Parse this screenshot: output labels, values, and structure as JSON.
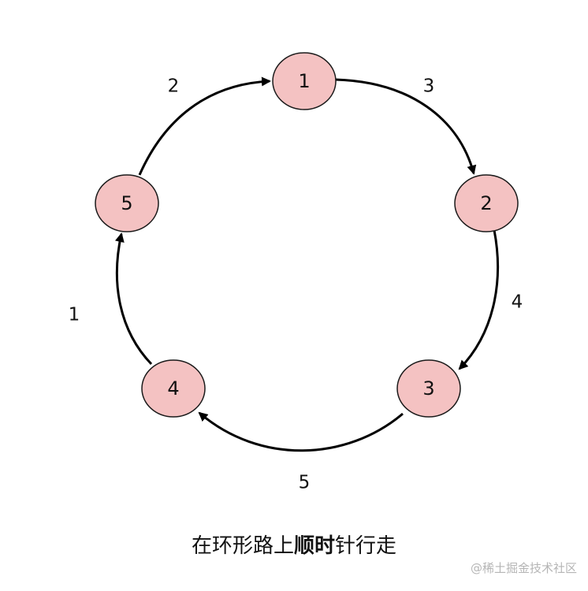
{
  "diagram": {
    "colors": {
      "node_fill": "#f4c2c2",
      "node_stroke": "#1a1a1a",
      "edge_stroke": "#000000",
      "text": "#111111"
    },
    "nodes": [
      {
        "id": "n1",
        "label": "1"
      },
      {
        "id": "n2",
        "label": "2"
      },
      {
        "id": "n3",
        "label": "3"
      },
      {
        "id": "n4",
        "label": "4"
      },
      {
        "id": "n5",
        "label": "5"
      }
    ],
    "edges": [
      {
        "from": "n1",
        "to": "n2",
        "label": "3"
      },
      {
        "from": "n2",
        "to": "n3",
        "label": "4"
      },
      {
        "from": "n3",
        "to": "n4",
        "label": "5"
      },
      {
        "from": "n4",
        "to": "n5",
        "label": "1"
      },
      {
        "from": "n5",
        "to": "n1",
        "label": "2"
      }
    ]
  },
  "caption": {
    "prefix": "在环形路上",
    "bold": "顺时",
    "suffix": "针行走"
  },
  "watermark": "@稀土掘金技术社区"
}
